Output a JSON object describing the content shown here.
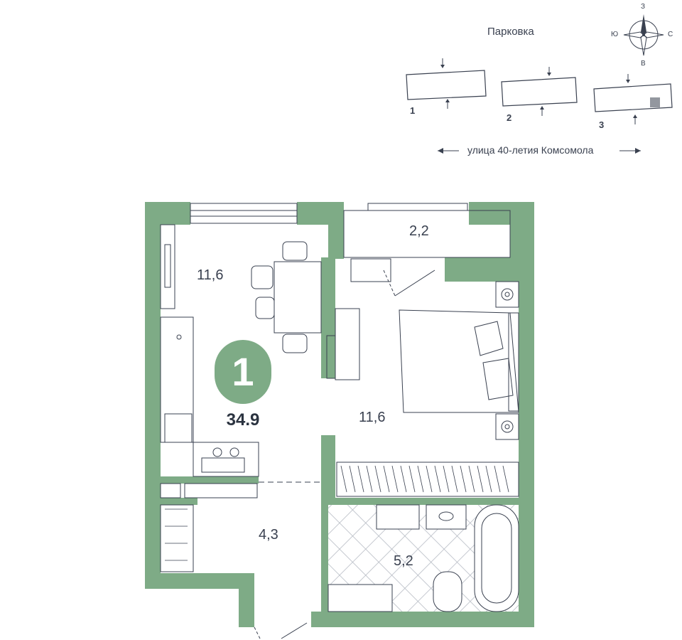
{
  "site_plan": {
    "parking_label": "Парковка",
    "street_label": "улица 40-летия Комсомола",
    "buildings": [
      {
        "number": "1"
      },
      {
        "number": "2"
      },
      {
        "number": "3"
      }
    ],
    "compass": {
      "north": "З",
      "south": "В",
      "west": "Ю",
      "east": "С"
    }
  },
  "apartment": {
    "rooms_count": "1",
    "total_area": "34.9",
    "rooms": [
      {
        "name": "kitchen-living",
        "area": "11,6"
      },
      {
        "name": "balcony",
        "area": "2,2"
      },
      {
        "name": "bedroom",
        "area": "11,6"
      },
      {
        "name": "hallway",
        "area": "4,3"
      },
      {
        "name": "bathroom",
        "area": "5,2"
      }
    ]
  },
  "colors": {
    "wall": "#7eab86",
    "line": "#3a4150",
    "background": "#ffffff"
  }
}
